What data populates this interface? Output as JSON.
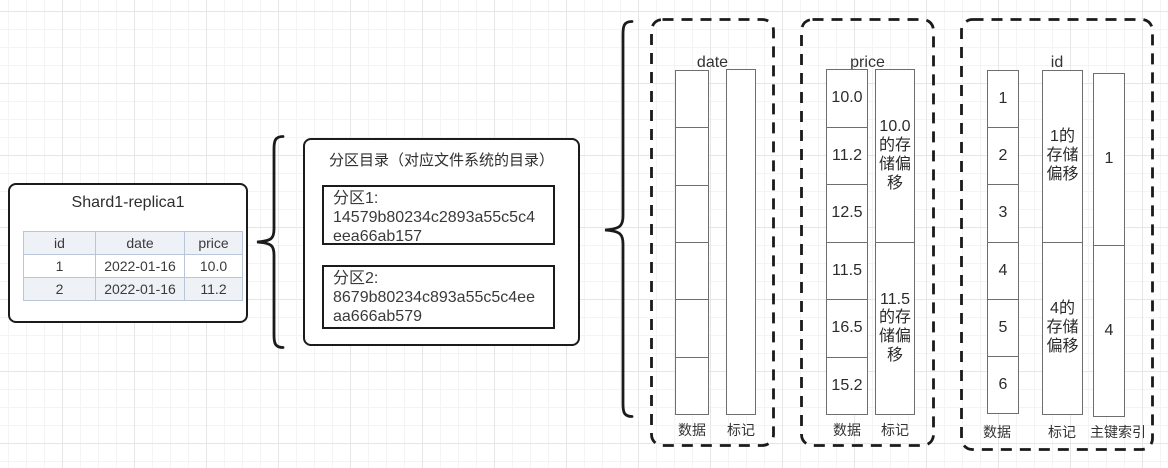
{
  "shard_table": {
    "title": "Shard1-replica1",
    "columns": [
      "id",
      "date",
      "price"
    ],
    "rows": [
      [
        "1",
        "2022-01-16",
        "10.0"
      ],
      [
        "2",
        "2022-01-16",
        "11.2"
      ]
    ]
  },
  "partition_directory": {
    "title": "分区目录（对应文件系统的目录）",
    "partitions": [
      {
        "label": "分区1:",
        "hash": "14579b80234c2893a55c5c4eea66ab157"
      },
      {
        "label": "分区2:",
        "hash": "8679b80234c893a55c5c4eeaa666ab579"
      }
    ]
  },
  "column_files": [
    {
      "title": "date",
      "data_cells": [
        "",
        "",
        "",
        "",
        "",
        ""
      ],
      "mark_cells": [
        ""
      ],
      "footer": [
        "数据",
        "标记"
      ]
    },
    {
      "title": "price",
      "data_cells": [
        "10.0",
        "11.2",
        "12.5",
        "11.5",
        "16.5",
        "15.2"
      ],
      "mark_cells": [
        "10.0的存储偏移",
        "11.5的存储偏移"
      ],
      "footer": [
        "数据",
        "标记"
      ]
    },
    {
      "title": "id",
      "data_cells": [
        "1",
        "2",
        "3",
        "4",
        "5",
        "6"
      ],
      "mark_cells": [
        "1的存储偏移",
        "4的存储偏移"
      ],
      "index_cells": [
        "1",
        "4"
      ],
      "footer": [
        "数据",
        "标记",
        "主键索引"
      ]
    }
  ],
  "colors": {
    "shape_stroke": "#1b1b1b",
    "column_cell_stroke": "#6e6e6e",
    "table_stroke": "#b9c6da",
    "table_header_bg": "#eef1f6",
    "canvas_bg": "#ffffff",
    "text": "#2e2e2e"
  }
}
